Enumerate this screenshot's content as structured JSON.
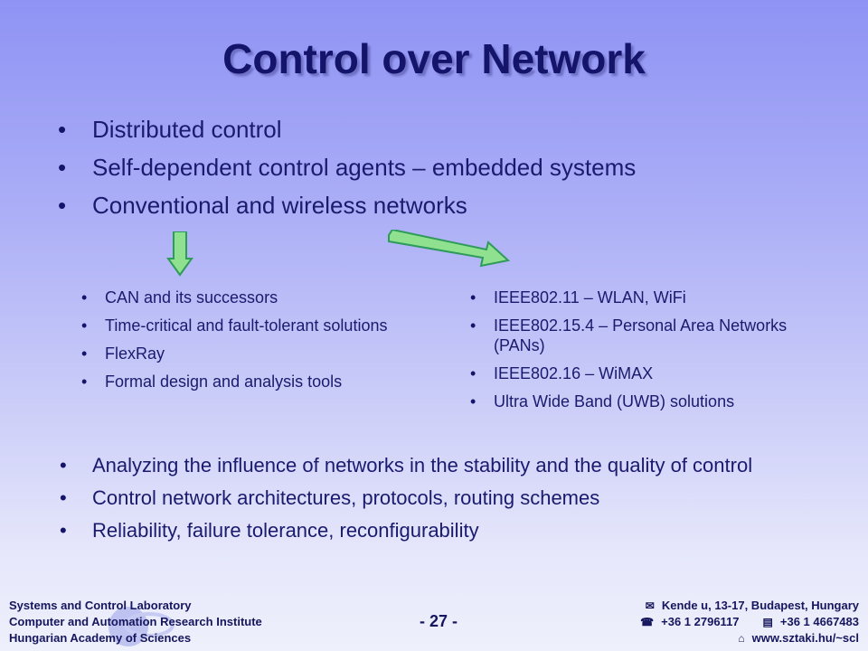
{
  "title": "Control over Network",
  "main_bullets": [
    "Distributed control",
    "Self-dependent  control agents – embedded systems",
    "Conventional and wireless networks"
  ],
  "left_sub_bullets": [
    "CAN and its successors",
    "Time-critical and fault-tolerant solutions",
    "FlexRay",
    "Formal design and analysis tools"
  ],
  "right_sub_bullets": [
    "IEEE802.11 – WLAN, WiFi",
    "IEEE802.15.4 – Personal Area Networks (PANs)",
    "IEEE802.16 – WiMAX",
    "Ultra Wide Band (UWB) solutions"
  ],
  "bottom_bullets": [
    "Analyzing the influence of networks in the stability and the quality of control",
    "Control network architectures, protocols, routing schemes",
    "Reliability, failure tolerance, reconfigurability"
  ],
  "footer": {
    "left": [
      "Systems and Control Laboratory",
      "Computer and Automation Research Institute",
      "Hungarian Academy of Sciences"
    ],
    "page": "- 27 -",
    "address": "Kende u, 13-17, Budapest, Hungary",
    "phone": "+36 1 2796117",
    "fax": "+36 1 4667483",
    "web": "www.sztaki.hu/~scl",
    "icons": {
      "mail": "envelope-icon",
      "phone": "phone-icon",
      "fax": "fax-icon",
      "web": "home-icon"
    }
  },
  "colors": {
    "text": "#14146b",
    "arrow_fill": "#8fe08f",
    "arrow_stroke": "#2e9b5a"
  }
}
